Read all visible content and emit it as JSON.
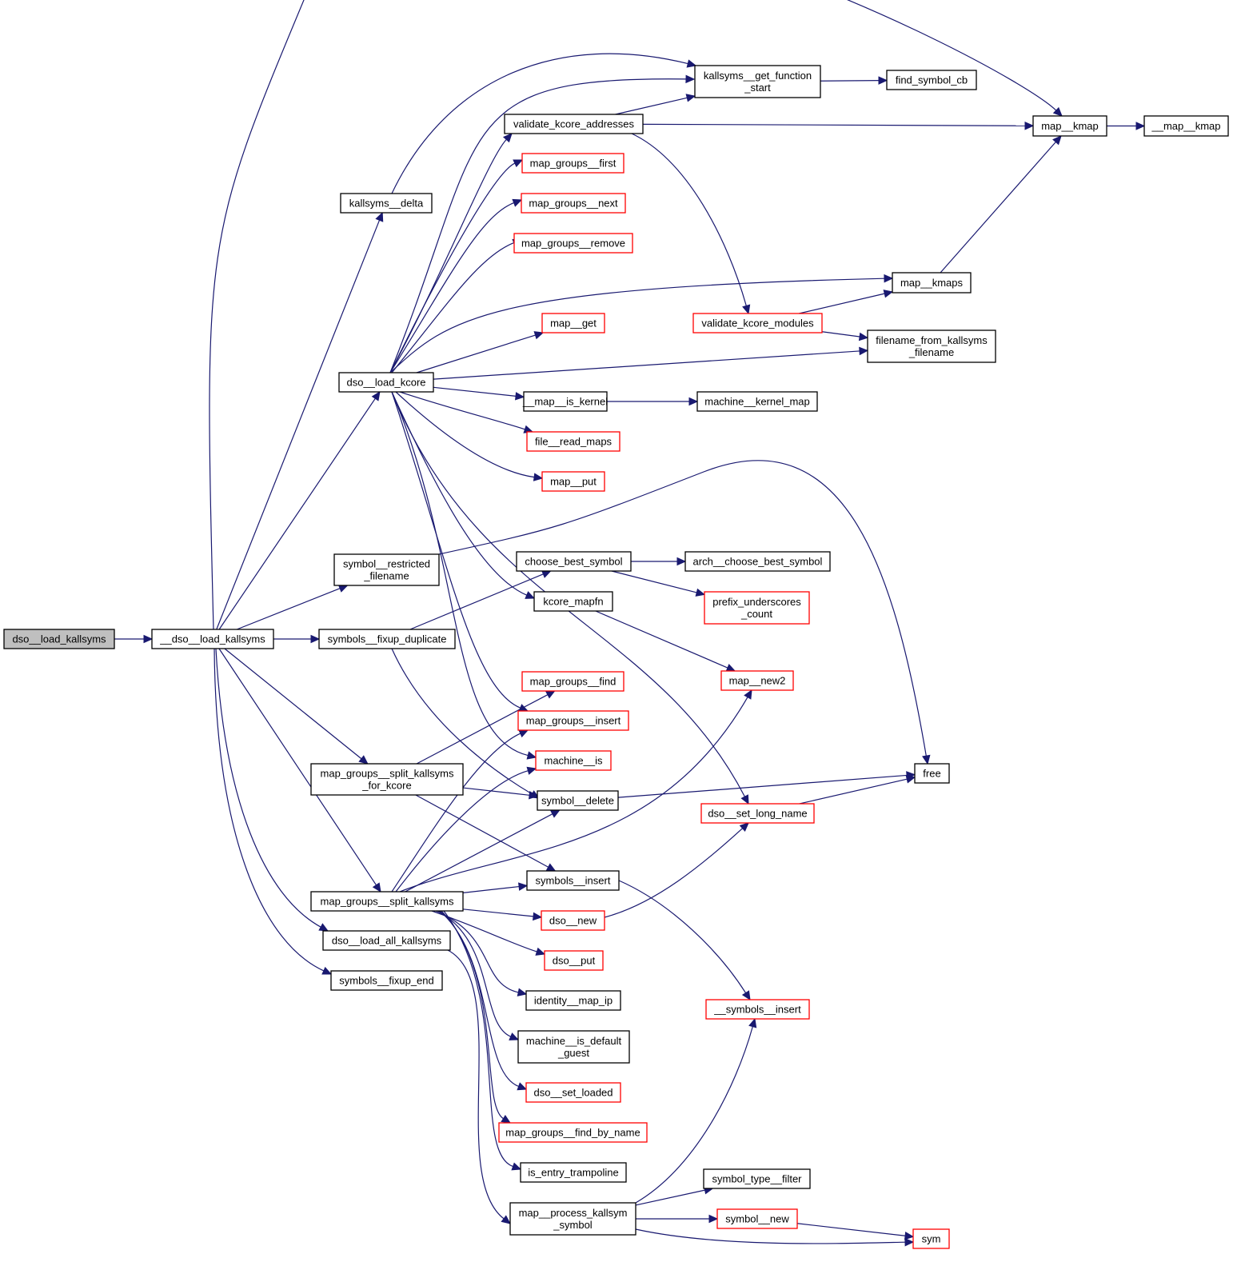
{
  "graph": {
    "title": "Call graph of dso__load_kallsyms",
    "colors": {
      "edge": "#191970",
      "node_border_default": "#000000",
      "node_border_truncated": "#ff0000",
      "root_fill": "#bfbfbf"
    },
    "nodes": [
      {
        "id": "dso__load_kallsyms",
        "lines": [
          "dso__load_kallsyms"
        ],
        "style": "root"
      },
      {
        "id": "__dso__load_kallsyms",
        "lines": [
          "__dso__load_kallsyms"
        ],
        "style": "black"
      },
      {
        "id": "kallsyms__delta",
        "lines": [
          "kallsyms__delta"
        ],
        "style": "black"
      },
      {
        "id": "dso__load_kcore",
        "lines": [
          "dso__load_kcore"
        ],
        "style": "black"
      },
      {
        "id": "symbol__restricted_filename",
        "lines": [
          "symbol__restricted",
          "_filename"
        ],
        "style": "black"
      },
      {
        "id": "symbols__fixup_duplicate",
        "lines": [
          "symbols__fixup_duplicate"
        ],
        "style": "black"
      },
      {
        "id": "map_groups__split_kallsyms_for_kcore",
        "lines": [
          "map_groups__split_kallsyms",
          "_for_kcore"
        ],
        "style": "black"
      },
      {
        "id": "map_groups__split_kallsyms",
        "lines": [
          "map_groups__split_kallsyms"
        ],
        "style": "black"
      },
      {
        "id": "dso__load_all_kallsyms",
        "lines": [
          "dso__load_all_kallsyms"
        ],
        "style": "black"
      },
      {
        "id": "symbols__fixup_end",
        "lines": [
          "symbols__fixup_end"
        ],
        "style": "black"
      },
      {
        "id": "kallsyms__get_function_start",
        "lines": [
          "kallsyms__get_function",
          "_start"
        ],
        "style": "black"
      },
      {
        "id": "validate_kcore_addresses",
        "lines": [
          "validate_kcore_addresses"
        ],
        "style": "black"
      },
      {
        "id": "map_groups__first",
        "lines": [
          "map_groups__first"
        ],
        "style": "red"
      },
      {
        "id": "map_groups__next",
        "lines": [
          "map_groups__next"
        ],
        "style": "red"
      },
      {
        "id": "map_groups__remove",
        "lines": [
          "map_groups__remove"
        ],
        "style": "red"
      },
      {
        "id": "map__get",
        "lines": [
          "map__get"
        ],
        "style": "red"
      },
      {
        "id": "__map__is_kernel",
        "lines": [
          "__map__is_kernel"
        ],
        "style": "black"
      },
      {
        "id": "file__read_maps",
        "lines": [
          "file__read_maps"
        ],
        "style": "red"
      },
      {
        "id": "map__put",
        "lines": [
          "map__put"
        ],
        "style": "red"
      },
      {
        "id": "choose_best_symbol",
        "lines": [
          "choose_best_symbol"
        ],
        "style": "black"
      },
      {
        "id": "kcore_mapfn",
        "lines": [
          "kcore_mapfn"
        ],
        "style": "black"
      },
      {
        "id": "map_groups__find",
        "lines": [
          "map_groups__find"
        ],
        "style": "red"
      },
      {
        "id": "map_groups__insert",
        "lines": [
          "map_groups__insert"
        ],
        "style": "red"
      },
      {
        "id": "machine__is",
        "lines": [
          "machine__is"
        ],
        "style": "red"
      },
      {
        "id": "symbol__delete",
        "lines": [
          "symbol__delete"
        ],
        "style": "black"
      },
      {
        "id": "symbols__insert",
        "lines": [
          "symbols__insert"
        ],
        "style": "black"
      },
      {
        "id": "dso__new",
        "lines": [
          "dso__new"
        ],
        "style": "red"
      },
      {
        "id": "dso__put",
        "lines": [
          "dso__put"
        ],
        "style": "red"
      },
      {
        "id": "identity__map_ip",
        "lines": [
          "identity__map_ip"
        ],
        "style": "black"
      },
      {
        "id": "machine__is_default_guest",
        "lines": [
          "machine__is_default",
          "_guest"
        ],
        "style": "black"
      },
      {
        "id": "dso__set_loaded",
        "lines": [
          "dso__set_loaded"
        ],
        "style": "red"
      },
      {
        "id": "map_groups__find_by_name",
        "lines": [
          "map_groups__find_by_name"
        ],
        "style": "red"
      },
      {
        "id": "is_entry_trampoline",
        "lines": [
          "is_entry_trampoline"
        ],
        "style": "black"
      },
      {
        "id": "map__process_kallsym_symbol",
        "lines": [
          "map__process_kallsym",
          "_symbol"
        ],
        "style": "black"
      },
      {
        "id": "find_symbol_cb",
        "lines": [
          "find_symbol_cb"
        ],
        "style": "black"
      },
      {
        "id": "validate_kcore_modules",
        "lines": [
          "validate_kcore_modules"
        ],
        "style": "red"
      },
      {
        "id": "machine__kernel_map",
        "lines": [
          "machine__kernel_map"
        ],
        "style": "black"
      },
      {
        "id": "arch__choose_best_symbol",
        "lines": [
          "arch__choose_best_symbol"
        ],
        "style": "black"
      },
      {
        "id": "prefix_underscores_count",
        "lines": [
          "prefix_underscores",
          "_count"
        ],
        "style": "red"
      },
      {
        "id": "map__new2",
        "lines": [
          "map__new2"
        ],
        "style": "red"
      },
      {
        "id": "dso__set_long_name",
        "lines": [
          "dso__set_long_name"
        ],
        "style": "red"
      },
      {
        "id": "__symbols__insert",
        "lines": [
          "__symbols__insert"
        ],
        "style": "red"
      },
      {
        "id": "symbol_type__filter",
        "lines": [
          "symbol_type__filter"
        ],
        "style": "black"
      },
      {
        "id": "symbol__new",
        "lines": [
          "symbol__new"
        ],
        "style": "red"
      },
      {
        "id": "map__kmap",
        "lines": [
          "map__kmap"
        ],
        "style": "black"
      },
      {
        "id": "__map__kmap",
        "lines": [
          "__map__kmap"
        ],
        "style": "black"
      },
      {
        "id": "map__kmaps",
        "lines": [
          "map__kmaps"
        ],
        "style": "black"
      },
      {
        "id": "filename_from_kallsyms_filename",
        "lines": [
          "filename_from_kallsyms",
          "_filename"
        ],
        "style": "black"
      },
      {
        "id": "free",
        "lines": [
          "free"
        ],
        "style": "black"
      },
      {
        "id": "sym",
        "lines": [
          "sym"
        ],
        "style": "red"
      }
    ],
    "edges": [
      [
        "dso__load_kallsyms",
        "__dso__load_kallsyms"
      ],
      [
        "__dso__load_kallsyms",
        "kallsyms__delta"
      ],
      [
        "__dso__load_kallsyms",
        "map__kmap"
      ],
      [
        "__dso__load_kallsyms",
        "dso__load_kcore"
      ],
      [
        "__dso__load_kallsyms",
        "symbol__restricted_filename"
      ],
      [
        "__dso__load_kallsyms",
        "symbols__fixup_duplicate"
      ],
      [
        "__dso__load_kallsyms",
        "map_groups__split_kallsyms_for_kcore"
      ],
      [
        "__dso__load_kallsyms",
        "map_groups__split_kallsyms"
      ],
      [
        "__dso__load_kallsyms",
        "dso__load_all_kallsyms"
      ],
      [
        "__dso__load_kallsyms",
        "symbols__fixup_end"
      ],
      [
        "kallsyms__delta",
        "kallsyms__get_function_start"
      ],
      [
        "kallsyms__get_function_start",
        "find_symbol_cb"
      ],
      [
        "dso__load_kcore",
        "kallsyms__get_function_start"
      ],
      [
        "dso__load_kcore",
        "validate_kcore_addresses"
      ],
      [
        "dso__load_kcore",
        "map_groups__first"
      ],
      [
        "dso__load_kcore",
        "map_groups__next"
      ],
      [
        "dso__load_kcore",
        "map_groups__remove"
      ],
      [
        "dso__load_kcore",
        "map__kmaps"
      ],
      [
        "dso__load_kcore",
        "map__get"
      ],
      [
        "dso__load_kcore",
        "filename_from_kallsyms_filename"
      ],
      [
        "dso__load_kcore",
        "__map__is_kernel"
      ],
      [
        "dso__load_kcore",
        "file__read_maps"
      ],
      [
        "dso__load_kcore",
        "map__put"
      ],
      [
        "dso__load_kcore",
        "kcore_mapfn"
      ],
      [
        "dso__load_kcore",
        "map_groups__insert"
      ],
      [
        "dso__load_kcore",
        "machine__is"
      ],
      [
        "dso__load_kcore",
        "dso__set_long_name"
      ],
      [
        "validate_kcore_addresses",
        "kallsyms__get_function_start"
      ],
      [
        "validate_kcore_addresses",
        "map__kmap"
      ],
      [
        "validate_kcore_addresses",
        "validate_kcore_modules"
      ],
      [
        "validate_kcore_modules",
        "map__kmaps"
      ],
      [
        "validate_kcore_modules",
        "filename_from_kallsyms_filename"
      ],
      [
        "map__kmaps",
        "map__kmap"
      ],
      [
        "map__kmap",
        "__map__kmap"
      ],
      [
        "__map__is_kernel",
        "machine__kernel_map"
      ],
      [
        "symbol__restricted_filename",
        "free"
      ],
      [
        "symbols__fixup_duplicate",
        "choose_best_symbol"
      ],
      [
        "symbols__fixup_duplicate",
        "symbol__delete"
      ],
      [
        "choose_best_symbol",
        "arch__choose_best_symbol"
      ],
      [
        "choose_best_symbol",
        "prefix_underscores_count"
      ],
      [
        "kcore_mapfn",
        "map__new2"
      ],
      [
        "map_groups__split_kallsyms_for_kcore",
        "map_groups__find"
      ],
      [
        "map_groups__split_kallsyms_for_kcore",
        "symbol__delete"
      ],
      [
        "map_groups__split_kallsyms_for_kcore",
        "symbols__insert"
      ],
      [
        "map_groups__split_kallsyms",
        "map_groups__insert"
      ],
      [
        "map_groups__split_kallsyms",
        "machine__is"
      ],
      [
        "map_groups__split_kallsyms",
        "symbol__delete"
      ],
      [
        "map_groups__split_kallsyms",
        "map__new2"
      ],
      [
        "map_groups__split_kallsyms",
        "symbols__insert"
      ],
      [
        "map_groups__split_kallsyms",
        "dso__new"
      ],
      [
        "map_groups__split_kallsyms",
        "dso__put"
      ],
      [
        "map_groups__split_kallsyms",
        "identity__map_ip"
      ],
      [
        "map_groups__split_kallsyms",
        "machine__is_default_guest"
      ],
      [
        "map_groups__split_kallsyms",
        "dso__set_loaded"
      ],
      [
        "map_groups__split_kallsyms",
        "map_groups__find_by_name"
      ],
      [
        "map_groups__split_kallsyms",
        "is_entry_trampoline"
      ],
      [
        "dso__load_all_kallsyms",
        "map__process_kallsym_symbol"
      ],
      [
        "symbol__delete",
        "free"
      ],
      [
        "dso__set_long_name",
        "free"
      ],
      [
        "dso__new",
        "dso__set_long_name"
      ],
      [
        "symbols__insert",
        "__symbols__insert"
      ],
      [
        "map__process_kallsym_symbol",
        "__symbols__insert"
      ],
      [
        "map__process_kallsym_symbol",
        "symbol_type__filter"
      ],
      [
        "map__process_kallsym_symbol",
        "symbol__new"
      ],
      [
        "map__process_kallsym_symbol",
        "sym"
      ],
      [
        "symbol__new",
        "sym"
      ]
    ]
  }
}
